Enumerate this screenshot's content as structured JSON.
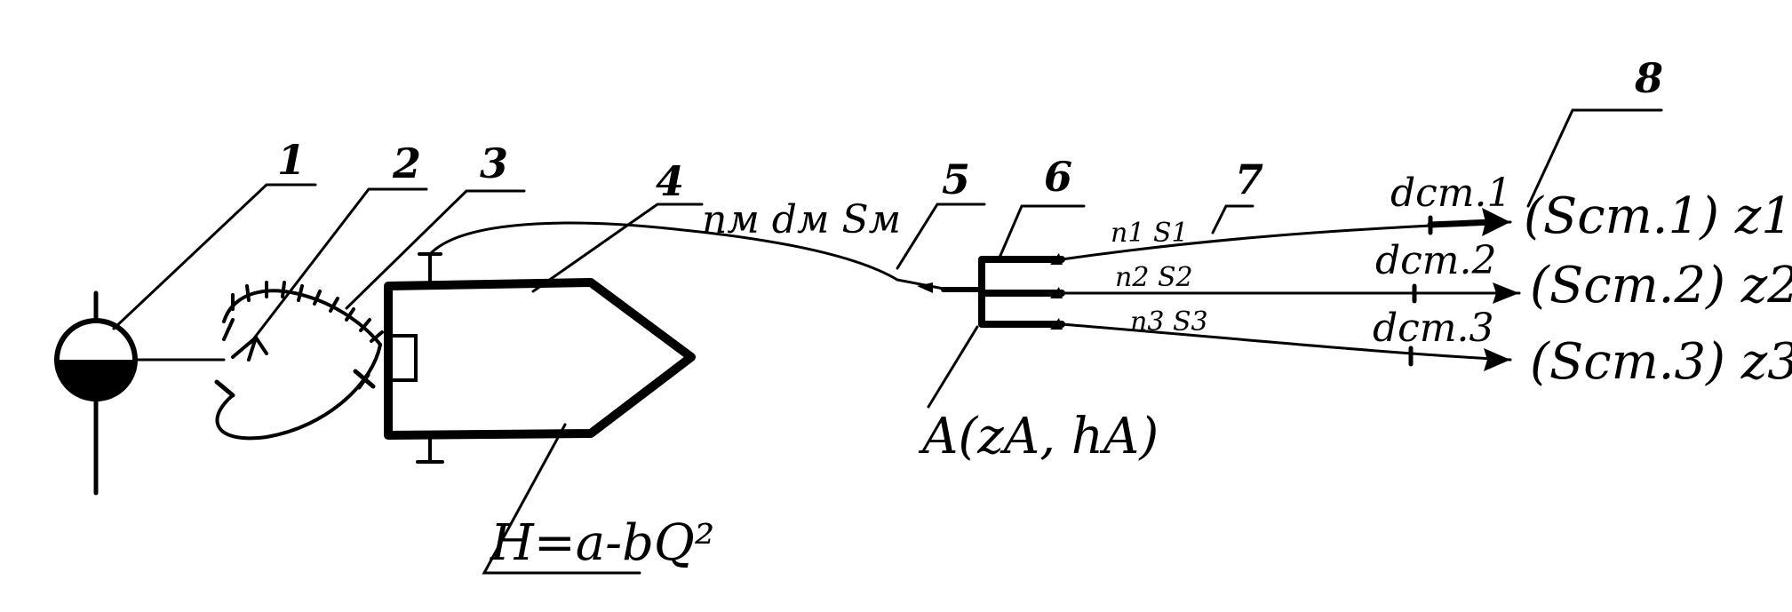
{
  "callouts": {
    "c1": "1",
    "c2": "2",
    "c3": "3",
    "c4": "4",
    "c5": "5",
    "c6": "6",
    "c7": "7",
    "c8": "8"
  },
  "labels": {
    "pump_equation": "H=a-bQ²",
    "main_line": "nм dм Sм",
    "node": "A(zA, hA)",
    "branch1": "n1 S1",
    "branch2": "n2 S2",
    "branch3": "n3 S3",
    "d1": "dст.1",
    "d2": "dст.2",
    "d3": "dст.3",
    "out1": "(Sст.1) z1",
    "out2": "(Sст.2) z2",
    "out3": "(Sст.3) z3"
  }
}
